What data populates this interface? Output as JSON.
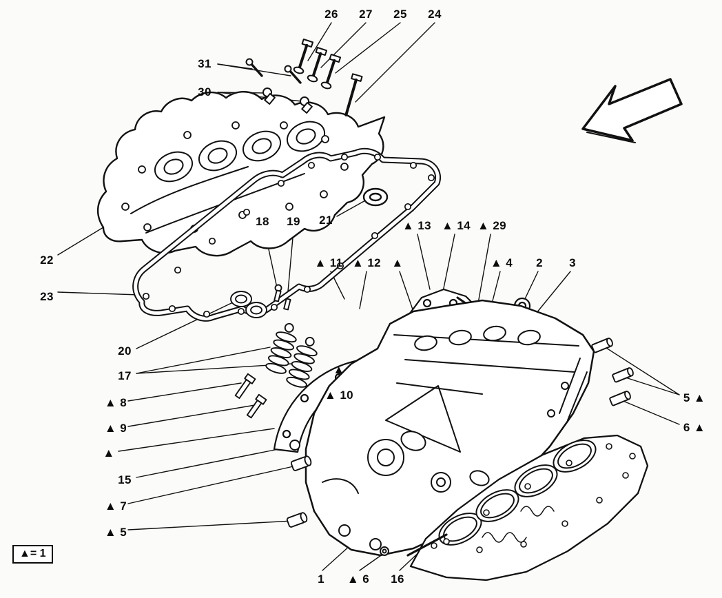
{
  "diagram": {
    "kind": "exploded-parts-diagram",
    "subject": "cylinder head assembly with cam cover, gaskets and fasteners",
    "colors": {
      "ink": "#111111",
      "background": "#fbfbf9"
    },
    "icons": {
      "direction_arrow": "arrow-pointing-lower-left"
    }
  },
  "legend": {
    "text": "▲= 1"
  },
  "callouts": [
    {
      "id": "26",
      "text": "26"
    },
    {
      "id": "27",
      "text": "27"
    },
    {
      "id": "25",
      "text": "25"
    },
    {
      "id": "24",
      "text": "24"
    },
    {
      "id": "31",
      "text": "31"
    },
    {
      "id": "30",
      "text": "30"
    },
    {
      "id": "22",
      "text": "22"
    },
    {
      "id": "23",
      "text": "23"
    },
    {
      "id": "18",
      "text": "18"
    },
    {
      "id": "19",
      "text": "19"
    },
    {
      "id": "21",
      "text": "21"
    },
    {
      "id": "13",
      "text": "▲ 13"
    },
    {
      "id": "14",
      "text": "▲ 14"
    },
    {
      "id": "29",
      "text": "▲ 29"
    },
    {
      "id": "11",
      "text": "▲ 11"
    },
    {
      "id": "12",
      "text": "▲ 12"
    },
    {
      "id": "tri-mid",
      "text": "▲"
    },
    {
      "id": "4",
      "text": "▲ 4"
    },
    {
      "id": "2",
      "text": "2"
    },
    {
      "id": "3",
      "text": "3"
    },
    {
      "id": "20",
      "text": "20"
    },
    {
      "id": "17",
      "text": "17"
    },
    {
      "id": "8",
      "text": "▲ 8"
    },
    {
      "id": "9",
      "text": "▲ 9"
    },
    {
      "id": "tri-left",
      "text": "▲"
    },
    {
      "id": "15",
      "text": "15"
    },
    {
      "id": "7",
      "text": "▲ 7"
    },
    {
      "id": "5-left",
      "text": "▲ 5"
    },
    {
      "id": "tri-ctr",
      "text": "▲"
    },
    {
      "id": "10",
      "text": "▲ 10"
    },
    {
      "id": "5-right",
      "text": "5 ▲"
    },
    {
      "id": "6-right",
      "text": "6 ▲"
    },
    {
      "id": "1",
      "text": "1"
    },
    {
      "id": "6-bottom",
      "text": "▲ 6"
    },
    {
      "id": "16",
      "text": "16"
    }
  ]
}
